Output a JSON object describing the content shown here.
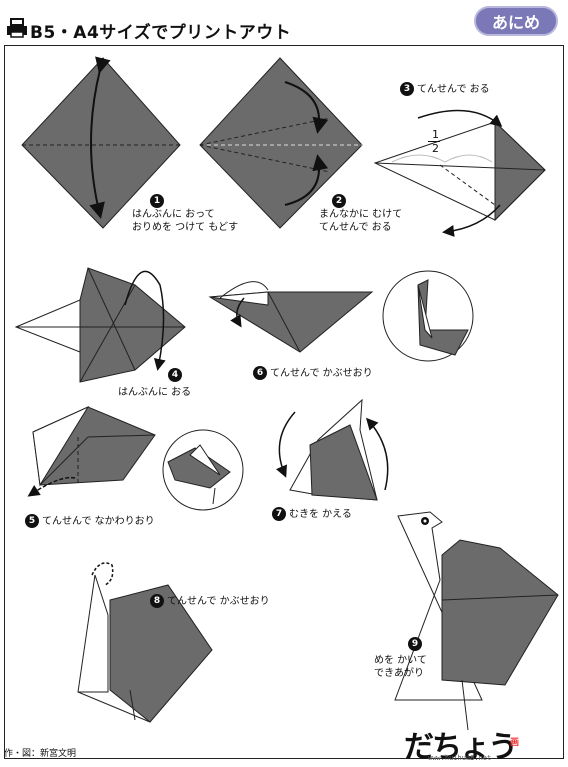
{
  "header": {
    "title": "B5・A4サイズでプリントアウト",
    "badge": "あにめ",
    "icon": "printer-icon"
  },
  "steps": [
    {
      "num": "1",
      "line1": "はんぶんに おって",
      "line2": "おりめを つけて もどす"
    },
    {
      "num": "2",
      "line1": "まんなかに むけて",
      "line2": "てんせんで おる"
    },
    {
      "num": "3",
      "line1": "てんせんで おる",
      "fraction_top": "1",
      "fraction_bottom": "2"
    },
    {
      "num": "4",
      "line1": "はんぶんに おる"
    },
    {
      "num": "5",
      "line1": "てんせんで なかわりおり"
    },
    {
      "num": "6",
      "line1": "てんせんで かぶせおり"
    },
    {
      "num": "7",
      "line1": "むきを かえる"
    },
    {
      "num": "8",
      "line1": "てんせんで かぶせおり"
    },
    {
      "num": "9",
      "line1": "めを かいて",
      "line2": "できあがり"
    }
  ],
  "footer": {
    "credit": "作・図：新宮文明",
    "logo": "だちょう",
    "logo_sub": "www.huihua8.net",
    "logo_red": "画"
  },
  "colors": {
    "paper": "#6b6b6b",
    "badge": "#7a78b6"
  }
}
